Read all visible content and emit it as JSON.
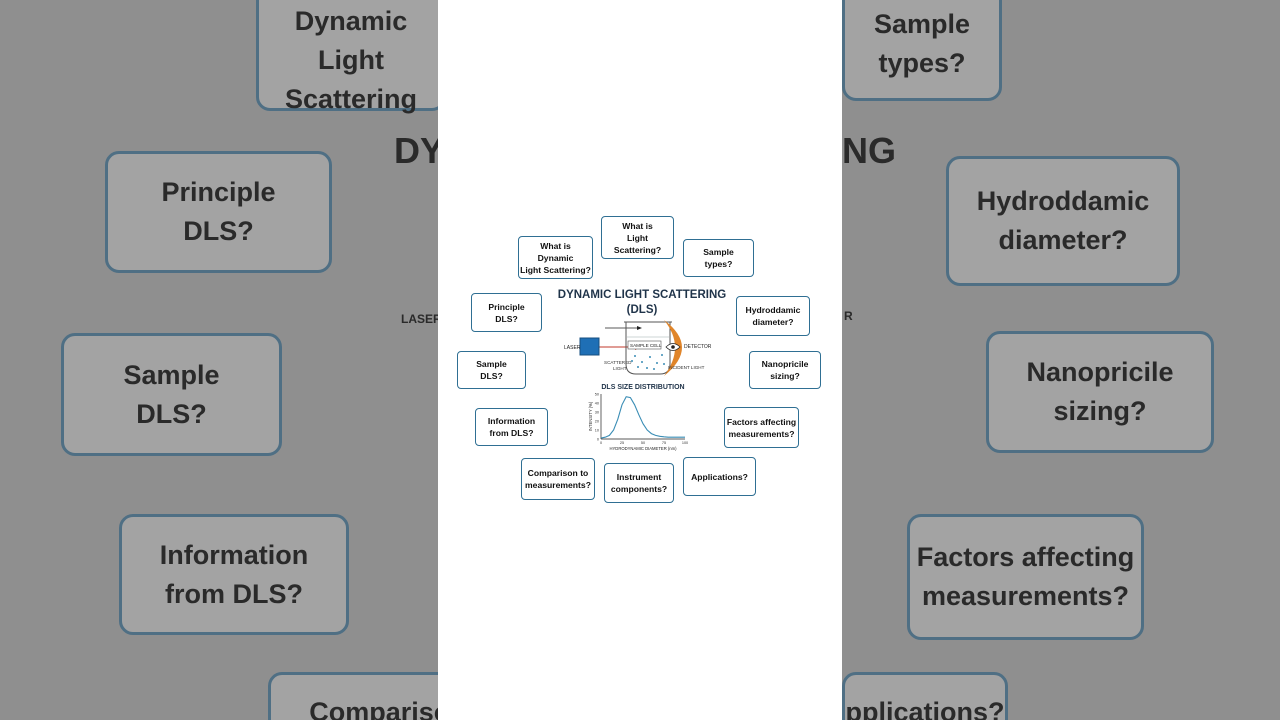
{
  "background": {
    "boxes": [
      {
        "id": "bg-what-is-dls",
        "text": "What is\nDynamic\nLight Scattering"
      },
      {
        "id": "bg-sample-types",
        "text": "Sample\ntypes?"
      },
      {
        "id": "bg-principle",
        "text": "Principle\nDLS?"
      },
      {
        "id": "bg-hydro",
        "text": "Hydroddamic\ndiameter?"
      },
      {
        "id": "bg-sample-dls",
        "text": "Sample\nDLS?"
      },
      {
        "id": "bg-nano",
        "text": "Nanopricile\nsizing?"
      },
      {
        "id": "bg-info",
        "text": "Information\nfrom DLS?"
      },
      {
        "id": "bg-factors",
        "text": "Factors affecting\nmeasurements?"
      },
      {
        "id": "bg-comparison",
        "text": "Comparison"
      },
      {
        "id": "bg-applications",
        "text": "pplications?"
      }
    ],
    "title_left": "DY",
    "title_right": "NG",
    "laser_text": "LASER",
    "r_text": "R"
  },
  "diagram": {
    "title_line1": "DYNAMIC LIGHT SCATTERING",
    "title_line2": "(DLS)",
    "nodes": [
      {
        "id": "what-is-light-scattering",
        "text": "What is\nLight\nScattering?"
      },
      {
        "id": "what-is-dls",
        "text": "What is\nDynamic\nLight Scattering?"
      },
      {
        "id": "sample-types",
        "text": "Sample\ntypes?"
      },
      {
        "id": "principle-dls",
        "text": "Principle\nDLS?"
      },
      {
        "id": "hydrodynamic-diameter",
        "text": "Hydroddamic\ndiameter?"
      },
      {
        "id": "sample-dls",
        "text": "Sample\nDLS?"
      },
      {
        "id": "nanoparticle-sizing",
        "text": "Nanopricile\nsizing?"
      },
      {
        "id": "information-from-dls",
        "text": "Information\nfrom DLS?"
      },
      {
        "id": "factors-affecting",
        "text": "Factors affecting\nmeasurements?"
      },
      {
        "id": "comparison",
        "text": "Comparison to\nmeasurements?"
      },
      {
        "id": "instrument-components",
        "text": "Instrument\ncomponents?"
      },
      {
        "id": "applications",
        "text": "Applications?"
      }
    ],
    "setup": {
      "laser": "LASER",
      "sample_cell": "SAMPLE CELL",
      "detector": "DETECTOR",
      "scattered_light": "SCATTERED\nLIGHT",
      "incident_light": "INCIDENT LIGHT"
    },
    "colors": {
      "border": "#2f6f93",
      "laser": "#1f6fb5",
      "arc": "#e0852a",
      "curve": "#3a8db5",
      "title": "#1f3349"
    }
  },
  "chart_data": {
    "type": "line",
    "title": "DLS SIZE DISTRIBUTION",
    "xlabel": "HYDRODYNAMIC DIAMETER (nm)",
    "ylabel": "INTENSITY (%)",
    "xlim": [
      0,
      100
    ],
    "ylim": [
      0,
      50
    ],
    "xticks": [
      0,
      25,
      50,
      75,
      100
    ],
    "yticks": [
      0,
      10,
      20,
      30,
      40,
      50
    ],
    "grid": false,
    "x": [
      0,
      5,
      10,
      15,
      20,
      25,
      30,
      35,
      40,
      45,
      50,
      55,
      60,
      65,
      70,
      75,
      80,
      85,
      90,
      95,
      100
    ],
    "y": [
      1,
      2,
      4,
      10,
      22,
      38,
      47,
      46,
      38,
      27,
      17,
      10,
      6,
      4,
      3,
      2.5,
      2,
      2,
      2,
      2,
      2
    ]
  }
}
